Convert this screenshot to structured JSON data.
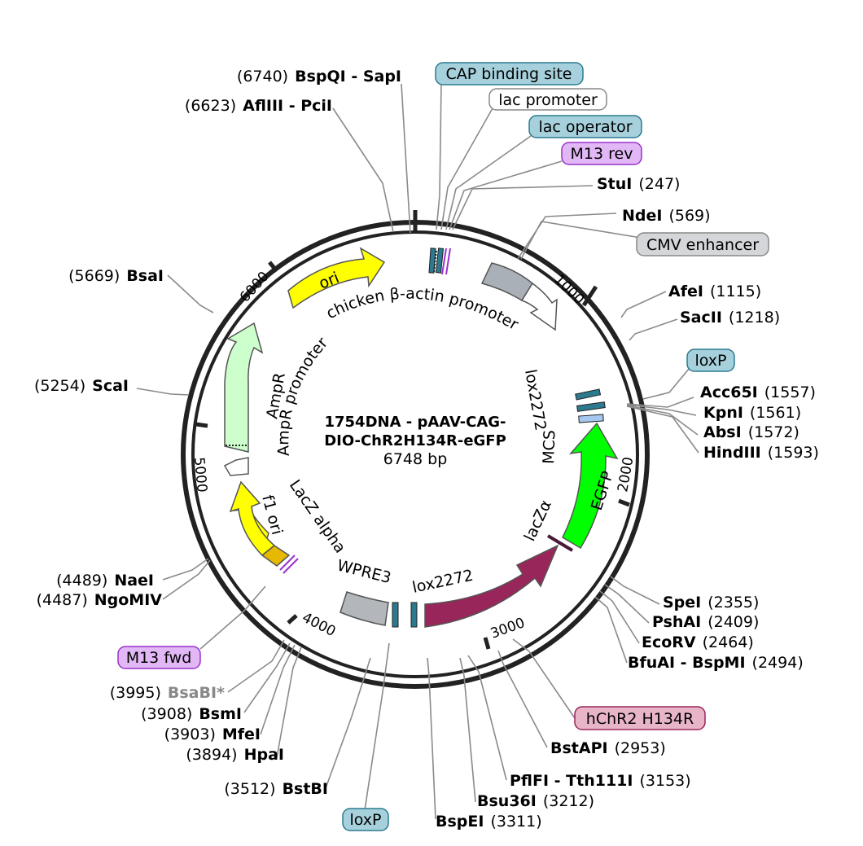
{
  "plasmid": {
    "name_line1": "1754DNA - pAAV-CAG-",
    "name_line2": "DIO-ChR2H134R-eGFP",
    "size": "6748 bp"
  },
  "ticks": [
    "1000",
    "2000",
    "3000",
    "4000",
    "5000",
    "6000"
  ],
  "sites_right": [
    {
      "name": "StuI",
      "pos": "(247)"
    },
    {
      "name": "NdeI",
      "pos": "(569)"
    },
    {
      "name": "AfeI",
      "pos": "(1115)"
    },
    {
      "name": "SacII",
      "pos": "(1218)"
    },
    {
      "name": "Acc65I",
      "pos": "(1557)"
    },
    {
      "name": "KpnI",
      "pos": "(1561)"
    },
    {
      "name": "AbsI",
      "pos": "(1572)"
    },
    {
      "name": "HindIII",
      "pos": "(1593)"
    },
    {
      "name": "SpeI",
      "pos": "(2355)"
    },
    {
      "name": "PshAI",
      "pos": "(2409)"
    },
    {
      "name": "EcoRV",
      "pos": "(2464)"
    },
    {
      "name": "BfuAI - BspMI",
      "pos": "(2494)"
    },
    {
      "name": "BstAPI",
      "pos": "(2953)"
    },
    {
      "name": "PflFI - Tth111I",
      "pos": "(3153)"
    },
    {
      "name": "Bsu36I",
      "pos": "(3212)"
    },
    {
      "name": "BspEI",
      "pos": "(3311)"
    }
  ],
  "sites_left": [
    {
      "name": "BspQI - SapI",
      "pos": "(6740)"
    },
    {
      "name": "AflIII - PciI",
      "pos": "(6623)"
    },
    {
      "name": "BsaI",
      "pos": "(5669)"
    },
    {
      "name": "ScaI",
      "pos": "(5254)"
    },
    {
      "name": "NaeI",
      "pos": "(4489)"
    },
    {
      "name": "NgoMIV",
      "pos": "(4487)"
    },
    {
      "name": "BsaBI*",
      "pos": "(3995)"
    },
    {
      "name": "BsmI",
      "pos": "(3908)"
    },
    {
      "name": "MfeI",
      "pos": "(3903)"
    },
    {
      "name": "HpaI",
      "pos": "(3894)"
    },
    {
      "name": "BstBI",
      "pos": "(3512)"
    }
  ],
  "pills": {
    "cap": "CAP binding site",
    "lac_promoter": "lac promoter",
    "lac_operator": "lac operator",
    "m13_rev": "M13 rev",
    "cmv": "CMV enhancer",
    "loxp_right": "loxP",
    "hchr2": "hChR2 H134R",
    "loxp_bottom": "loxP",
    "m13_fwd": "M13 fwd"
  },
  "features": {
    "ori": "ori",
    "cba": "chicken β-actin promoter",
    "ampr": "AmpR",
    "ampr_promoter": "AmpR promoter",
    "f1ori": "f1 ori",
    "lacz_alpha": "LacZ alpha",
    "wpre3": "WPRE3",
    "lox2272_bottom": "lox2272",
    "lox2272_right": "lox2272",
    "mcs": "MCS",
    "egfp": "EGFP",
    "laczalpha_inner": "lacZα"
  },
  "colors": {
    "ori": "#ffff00",
    "ampr": "#ccffcc",
    "egfp": "#00ff00",
    "hchr2": "#99265a",
    "cmv": "#aab0b7",
    "wpre": "#b3b6ba",
    "teal": "#2b7a8f",
    "pill_blue": "#a6d1dc",
    "pill_purple": "#e1b8f5",
    "pill_pink": "#e8b4c8",
    "pill_grey": "#d4d6d9"
  }
}
